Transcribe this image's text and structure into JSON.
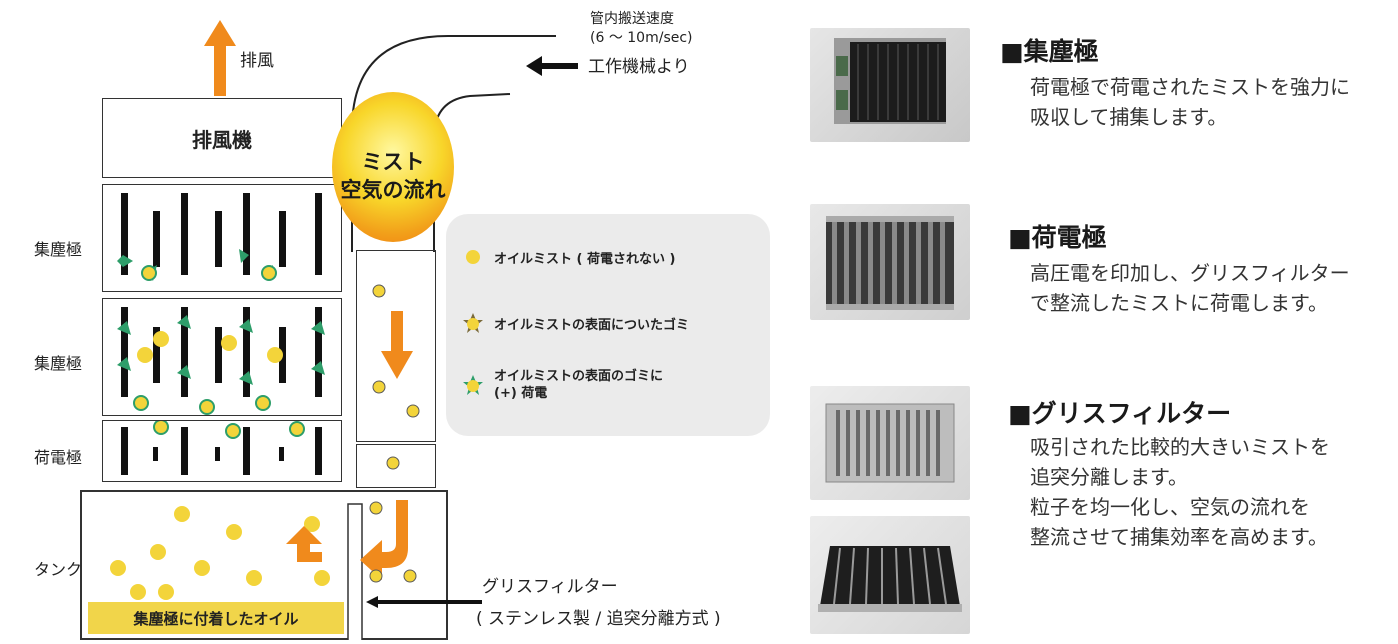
{
  "diagram": {
    "exhaust_label": "排風",
    "fan_label": "排風機",
    "collector_labels": [
      "集塵極",
      "集塵極"
    ],
    "charger_label": "荷電極",
    "tank_label": "タンク",
    "oil_label": "集塵極に付着したオイル",
    "inlet_note_line1": "管内搬送速度",
    "inlet_note_line2": "(6 ～ 10m/sec)",
    "inlet_note_line3": "工作機械より",
    "mist_bubble_line1": "ミスト",
    "mist_bubble_line2": "空気の流れ",
    "grease_filter_label": "グリスフィルター",
    "grease_filter_sub": "( ステンレス製 / 追突分離方式 )",
    "legend": [
      {
        "icon": "plain-mist-dot-icon",
        "text": "オイルミスト ( 荷電されない )"
      },
      {
        "icon": "dusty-mist-icon",
        "text": "オイルミストの表面についたゴミ"
      },
      {
        "icon": "charged-mist-icon",
        "text": "オイルミストの表面のゴミに\n(+) 荷電"
      }
    ],
    "colors": {
      "arrow": "#f08a1c",
      "mist": "#f3d43a",
      "charge": "#2e9e6a",
      "oil_bar": "#f1d54a"
    }
  },
  "sections": [
    {
      "title": "■集塵極",
      "desc": "荷電極で荷電されたミストを強力に\n吸収して捕集します。"
    },
    {
      "title": "■荷電極",
      "desc": "高圧電を印加し、グリスフィルター\nで整流したミストに荷電します。"
    },
    {
      "title": "■グリスフィルター",
      "desc": "吸引された比較的大きいミストを\n追突分離します。\n粒子を均一化し、空気の流れを\n整流させて捕集効率を高めます。"
    }
  ]
}
